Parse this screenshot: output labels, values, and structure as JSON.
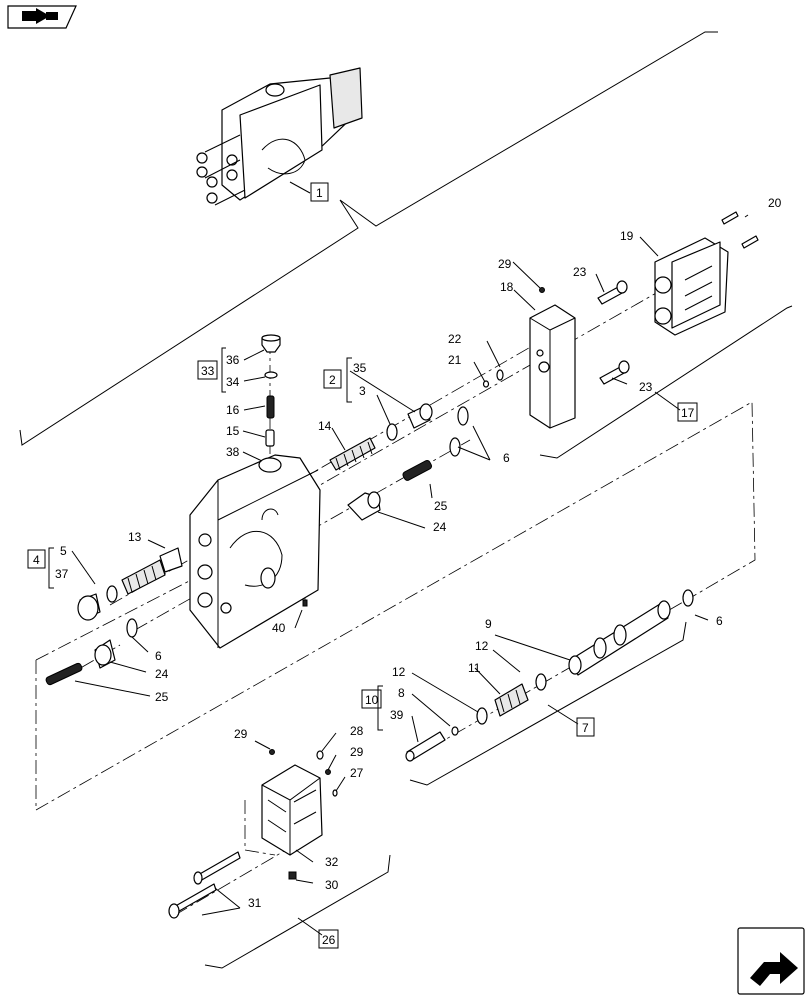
{
  "labels": {
    "l1": "1",
    "l2": "2",
    "l3": "3",
    "l4": "4",
    "l5": "5",
    "l6a": "6",
    "l6b": "6",
    "l6c": "6",
    "l7": "7",
    "l8": "8",
    "l9": "9",
    "l10": "10",
    "l11": "11",
    "l12a": "12",
    "l12b": "12",
    "l13": "13",
    "l14": "14",
    "l15": "15",
    "l16": "16",
    "l17": "17",
    "l18": "18",
    "l19": "19",
    "l20": "20",
    "l21": "21",
    "l22": "22",
    "l23a": "23",
    "l23b": "23",
    "l24a": "24",
    "l24b": "24",
    "l25a": "25",
    "l25b": "25",
    "l26": "26",
    "l27": "27",
    "l28": "28",
    "l29a": "29",
    "l29b": "29",
    "l29c": "29",
    "l30": "30",
    "l31": "31",
    "l32": "32",
    "l33": "33",
    "l34": "34",
    "l35": "35",
    "l36": "36",
    "l37": "37",
    "l38": "38",
    "l39": "39",
    "l40": "40"
  },
  "icons": {
    "top_left": "back-arrow-icon",
    "bottom_right": "next-arrow-icon"
  }
}
